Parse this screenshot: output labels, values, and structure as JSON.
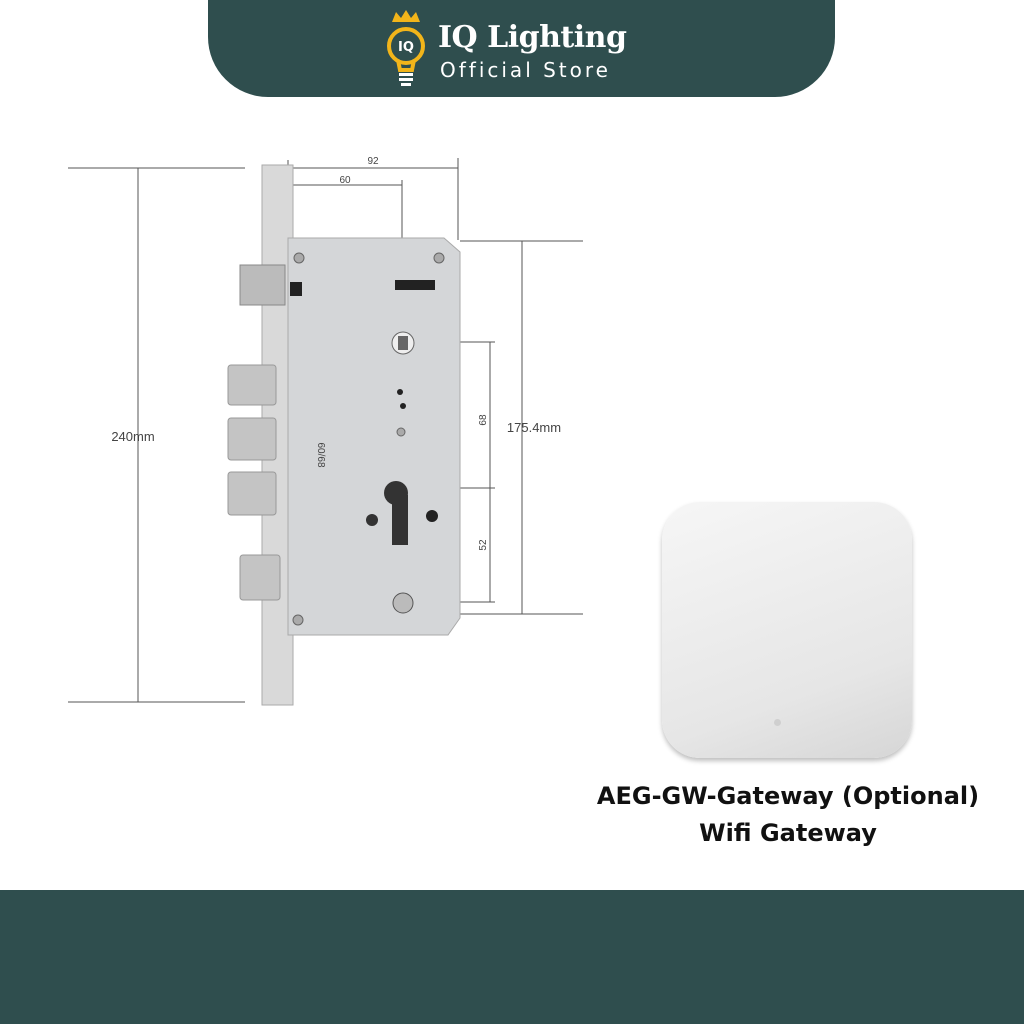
{
  "header": {
    "brand": "IQ Lighting",
    "subtitle": "Official Store",
    "logo_mark": "IQ"
  },
  "lock_diagram": {
    "height_label": "240mm",
    "case_height_label": "175.4mm",
    "width_92": "92",
    "backset_60": "60",
    "spacing_68": "68",
    "spacing_52": "52",
    "case_marking": "60/68"
  },
  "product": {
    "name": "AEG-GW-Gateway (Optional)",
    "type": "Wifi Gateway"
  },
  "colors": {
    "brand": "#2f4e4e",
    "logo_gold": "#f2b51a"
  }
}
